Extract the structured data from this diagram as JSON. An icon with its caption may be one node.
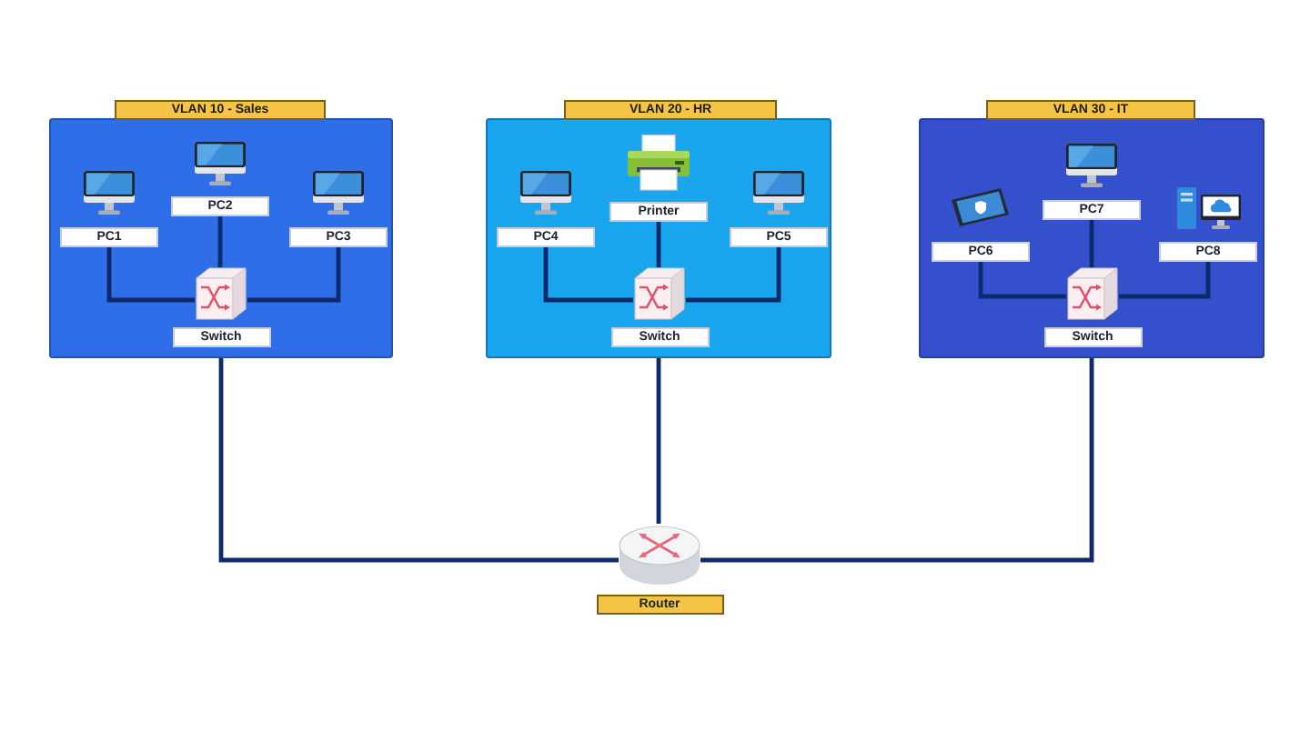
{
  "diagram": {
    "nodes": [
      {
        "text": [
          "VLAN 10 - Sales"
        ]
      },
      {
        "text": [
          "PC1"
        ],
        "in": 0
      },
      {
        "text": [
          "PC2"
        ],
        "in": 0
      },
      {
        "text": [
          "PC3"
        ],
        "in": 0
      },
      {
        "text": [
          "Switch"
        ],
        "in": 0
      },
      {
        "text": [
          "VLAN 20 - HR"
        ]
      },
      {
        "text": [
          "PC4"
        ],
        "in": 5
      },
      {
        "text": [
          "Printer"
        ],
        "in": 5
      },
      {
        "text": [
          "PC5"
        ],
        "in": 5
      },
      {
        "text": [
          "Switch"
        ],
        "in": 5
      },
      {
        "text": [
          "VLAN 30 - IT"
        ]
      },
      {
        "text": [
          "PC6"
        ],
        "in": 10
      },
      {
        "text": [
          "PC7"
        ],
        "in": 10
      },
      {
        "text": [
          "PC8"
        ],
        "in": 10
      },
      {
        "text": [
          "Switch"
        ],
        "in": 10
      },
      {
        "text": [
          "Router"
        ]
      }
    ],
    "edges": [
      {
        "from": 1,
        "to": 4,
        "arrow": "none"
      },
      {
        "from": 2,
        "to": 4,
        "arrow": "none"
      },
      {
        "from": 3,
        "to": 4,
        "arrow": "none"
      },
      {
        "from": 6,
        "to": 9,
        "arrow": "none"
      },
      {
        "from": 7,
        "to": 9,
        "arrow": "none"
      },
      {
        "from": 8,
        "to": 9,
        "arrow": "none"
      },
      {
        "from": 11,
        "to": 14,
        "arrow": "none"
      },
      {
        "from": 12,
        "to": 14,
        "arrow": "none"
      },
      {
        "from": 13,
        "to": 14,
        "arrow": "none"
      },
      {
        "from": 0,
        "to": 15,
        "arrow": "none"
      },
      {
        "from": 5,
        "to": 15,
        "arrow": "none"
      },
      {
        "from": 10,
        "to": 15,
        "arrow": "none"
      }
    ]
  }
}
